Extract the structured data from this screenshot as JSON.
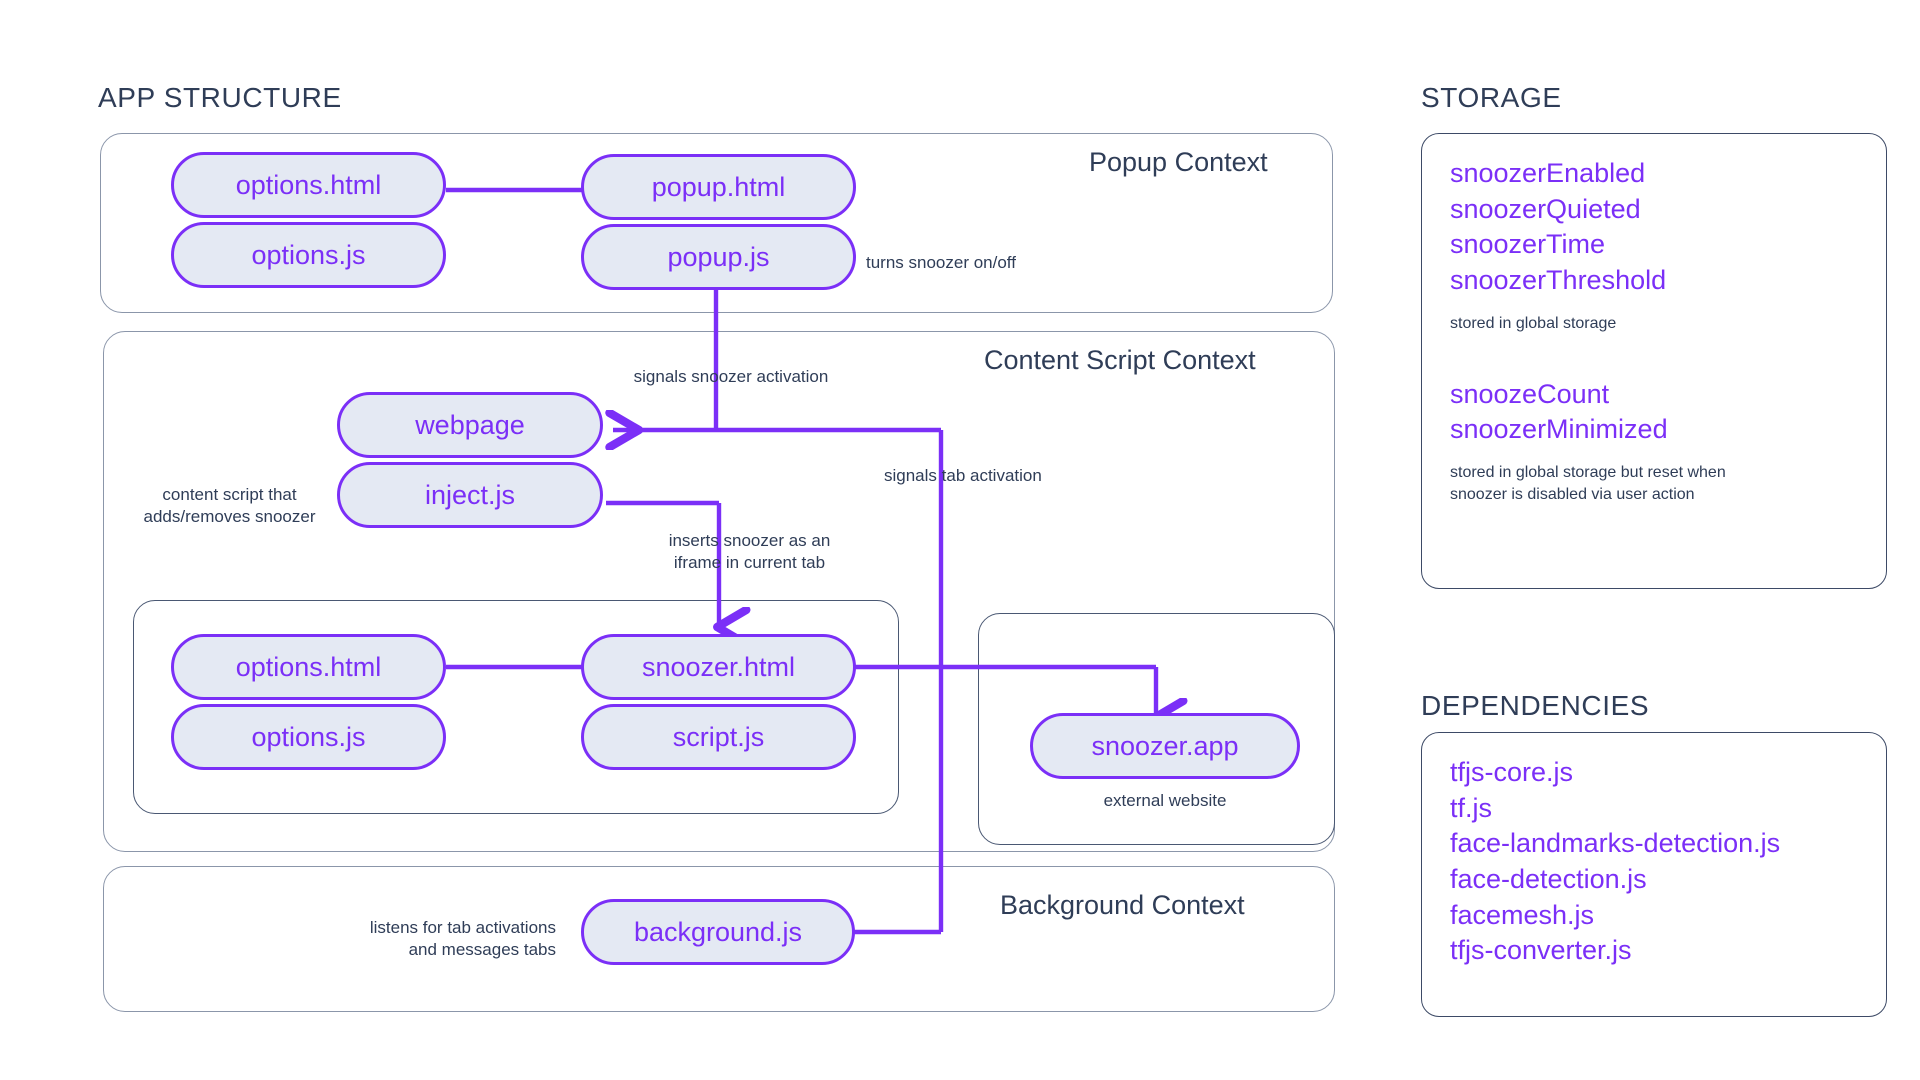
{
  "headings": {
    "app_structure": "APP STRUCTURE",
    "storage": "STORAGE",
    "dependencies": "DEPENDENCIES"
  },
  "contexts": [
    {
      "id": "popup",
      "title": "Popup Context"
    },
    {
      "id": "content",
      "title": "Content Script Context"
    },
    {
      "id": "background",
      "title": "Background Context"
    }
  ],
  "nodes": {
    "popup_options_html": "options.html",
    "popup_options_js": "options.js",
    "popup_html": "popup.html",
    "popup_js": "popup.js",
    "webpage": "webpage",
    "inject_js": "inject.js",
    "snoozer_options_html": "options.html",
    "snoozer_options_js": "options.js",
    "snoozer_html": "snoozer.html",
    "script_js": "script.js",
    "snoozer_app": "snoozer.app",
    "background_js": "background.js"
  },
  "annotations": {
    "popup_js_note": "turns snoozer on/off",
    "signals_activation": "signals snoozer activation",
    "content_script_note": "content script that\nadds/removes snoozer",
    "inserts_iframe": "inserts snoozer as an\niframe in current tab",
    "signals_tab": "signals tab activation",
    "external_website": "external website",
    "background_note": "listens for tab activations\nand messages tabs"
  },
  "storage": {
    "groups": [
      {
        "items": [
          "snoozerEnabled",
          "snoozerQuieted",
          "snoozerTime",
          "snoozerThreshold"
        ],
        "caption": "stored in global storage"
      },
      {
        "items": [
          "snoozeCount",
          "snoozerMinimized"
        ],
        "caption": "stored in global storage but reset when\nsnoozer is disabled via user action"
      }
    ]
  },
  "dependencies": {
    "items": [
      "tfjs-core.js",
      "tf.js",
      "face-landmarks-detection.js",
      "face-detection.js",
      "facemesh.js",
      "tfjs-converter.js"
    ]
  },
  "colors": {
    "accent": "#7b2ff7",
    "pill_fill": "#e4e9f3",
    "text": "#2f3d57",
    "container_border": "#8b96aa",
    "background": "#ffffff"
  }
}
